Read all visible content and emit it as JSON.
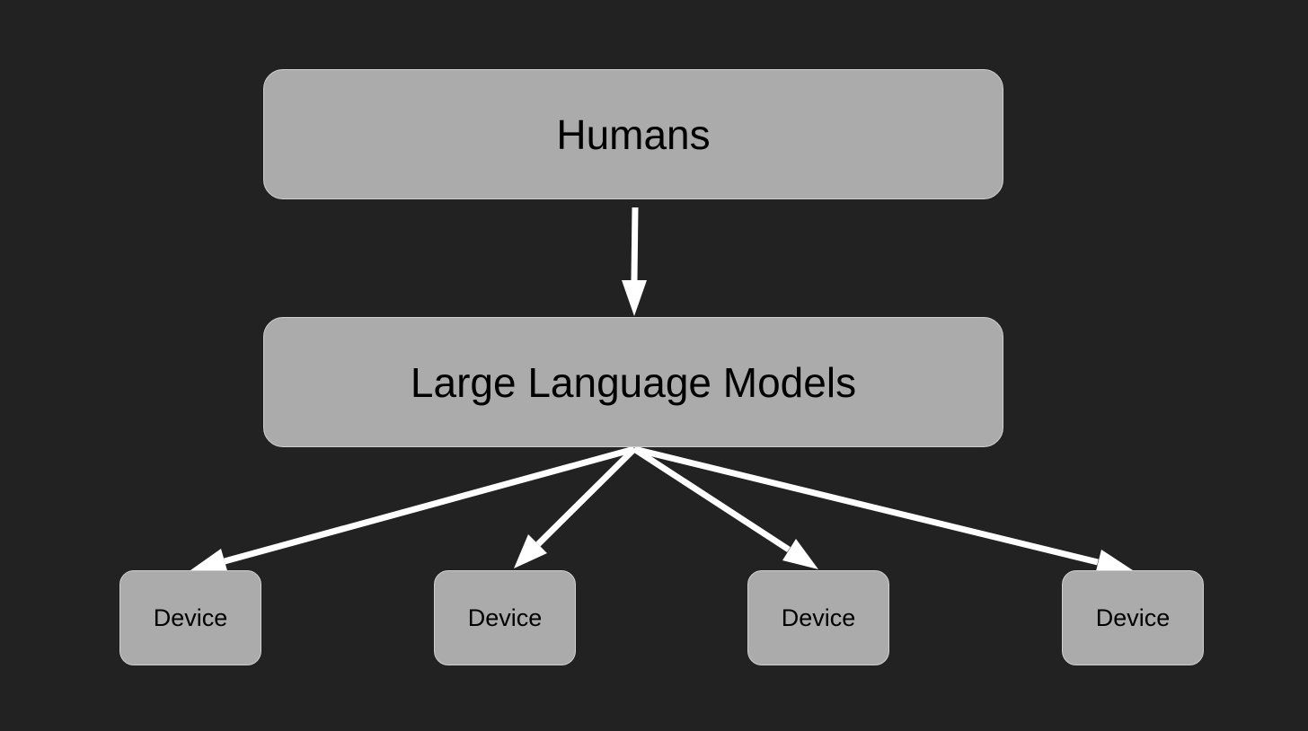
{
  "diagram": {
    "background_color": "#222222",
    "node_color": "#ababab",
    "arrow_color": "#ffffff",
    "nodes": {
      "humans": {
        "label": "Humans"
      },
      "llm": {
        "label": "Large Language Models"
      },
      "devices": [
        {
          "label": "Device"
        },
        {
          "label": "Device"
        },
        {
          "label": "Device"
        },
        {
          "label": "Device"
        }
      ]
    },
    "edges": [
      {
        "from": "humans",
        "to": "llm"
      },
      {
        "from": "llm",
        "to": "device-1"
      },
      {
        "from": "llm",
        "to": "device-2"
      },
      {
        "from": "llm",
        "to": "device-3"
      },
      {
        "from": "llm",
        "to": "device-4"
      }
    ]
  }
}
